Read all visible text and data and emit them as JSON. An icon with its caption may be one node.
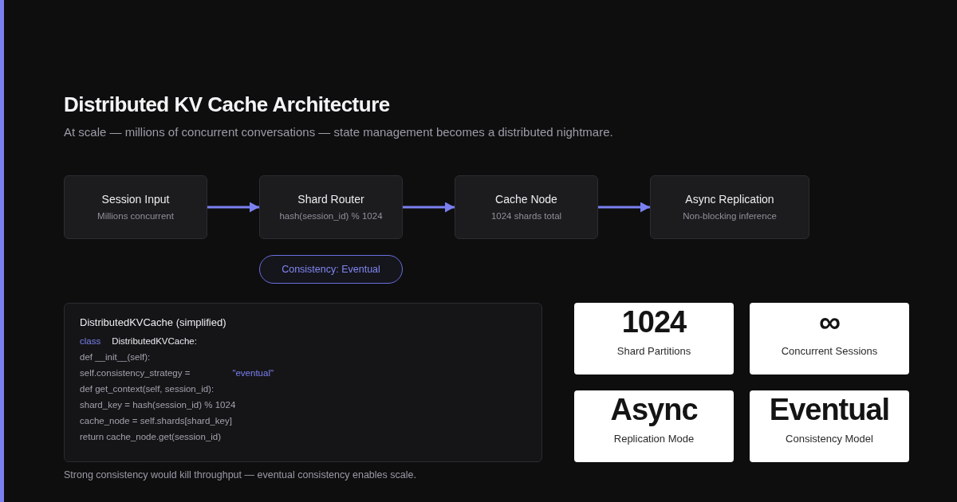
{
  "diagram": {
    "title": "Distributed KV Cache Architecture",
    "nodes": [
      {
        "text": [
          "Session Input",
          "Millions concurrent"
        ]
      },
      {
        "text": [
          "Shard Router",
          "hash(session_id) % 1024"
        ]
      },
      {
        "text": [
          "Cache Node",
          "1024 shards total"
        ]
      },
      {
        "text": [
          "Async Replication",
          "Non-blocking inference"
        ]
      },
      {
        "text": [
          "Consistency: Eventual"
        ]
      },
      {
        "text": [
          "DistributedKVCache (simplified)",
          "class",
          "DistributedKVCache:",
          "def __init__(self):",
          "self.consistency_strategy =",
          "\"eventual\"",
          "def get_context(self, session_id):",
          "shard_key = hash(session_id) % 1024",
          "cache_node = self.shards[shard_key]",
          "return cache_node.get(session_id)"
        ],
        "beside": [
          "Strong consistency would kill throughput — eventual consistency enables scale."
        ]
      },
      {
        "text": [
          "1024",
          "Shard Partitions"
        ]
      },
      {
        "text": [
          "∞",
          "Concurrent Sessions"
        ]
      },
      {
        "text": [
          "Async",
          "Replication Mode"
        ]
      },
      {
        "text": [
          "Eventual",
          "Consistency Model"
        ]
      }
    ],
    "edges": [
      {
        "from": 0,
        "to": 1,
        "arrow": "to"
      },
      {
        "from": 1,
        "to": 2,
        "arrow": "to"
      },
      {
        "from": 2,
        "to": 3,
        "arrow": "to"
      }
    ],
    "labels": [
      "At scale — millions of concurrent conversations — state management becomes a distributed nightmare."
    ]
  }
}
